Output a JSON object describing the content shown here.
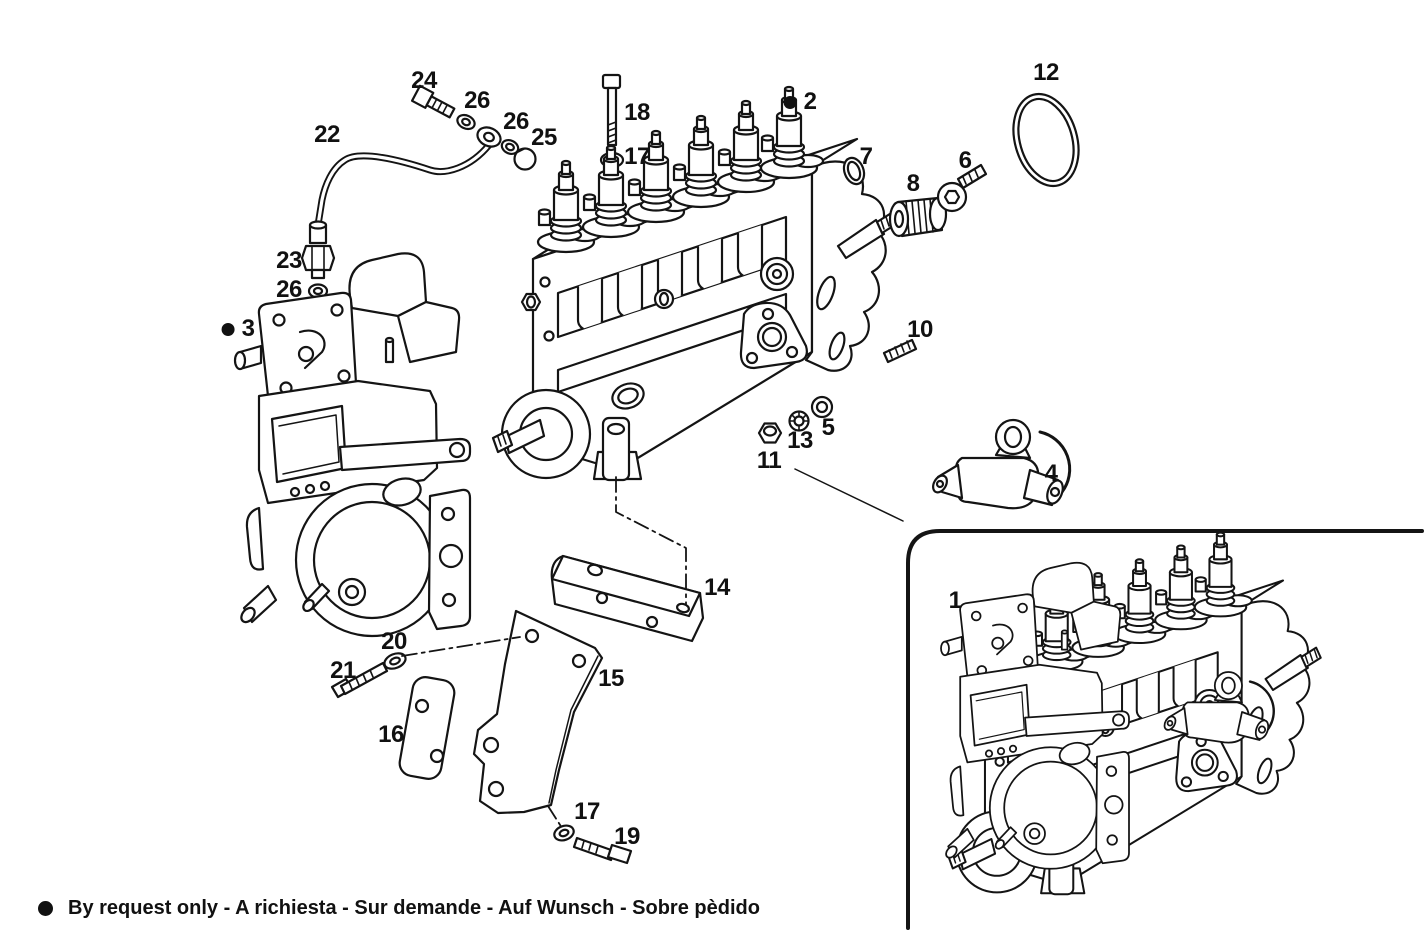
{
  "figure": {
    "type": "exploded-parts-diagram",
    "subject": "fuel injection pump assembly",
    "ink_color": "#141414",
    "background_color": "#ffffff",
    "footnote": {
      "marker": "by-request-bullet",
      "text": "By request only - A richiesta - Sur demande - Auf Wunsch - Sobre pèdido"
    },
    "callouts": [
      {
        "label": "24",
        "by_request": false
      },
      {
        "label": "26",
        "by_request": false
      },
      {
        "label": "26",
        "by_request": false
      },
      {
        "label": "25",
        "by_request": false
      },
      {
        "label": "22",
        "by_request": false
      },
      {
        "label": "18",
        "by_request": false
      },
      {
        "label": "17",
        "by_request": false
      },
      {
        "label": "2",
        "by_request": true
      },
      {
        "label": "7",
        "by_request": false
      },
      {
        "label": "8",
        "by_request": false
      },
      {
        "label": "6",
        "by_request": false
      },
      {
        "label": "12",
        "by_request": false
      },
      {
        "label": "23",
        "by_request": false
      },
      {
        "label": "26",
        "by_request": false
      },
      {
        "label": "3",
        "by_request": true
      },
      {
        "label": "10",
        "by_request": false
      },
      {
        "label": "11",
        "by_request": false
      },
      {
        "label": "13",
        "by_request": false
      },
      {
        "label": "5",
        "by_request": false
      },
      {
        "label": "4",
        "by_request": false
      },
      {
        "label": "14",
        "by_request": false
      },
      {
        "label": "15",
        "by_request": false
      },
      {
        "label": "16",
        "by_request": false
      },
      {
        "label": "20",
        "by_request": false
      },
      {
        "label": "21",
        "by_request": false
      },
      {
        "label": "17",
        "by_request": false
      },
      {
        "label": "19",
        "by_request": false
      },
      {
        "label": "1",
        "by_request": false
      }
    ]
  }
}
